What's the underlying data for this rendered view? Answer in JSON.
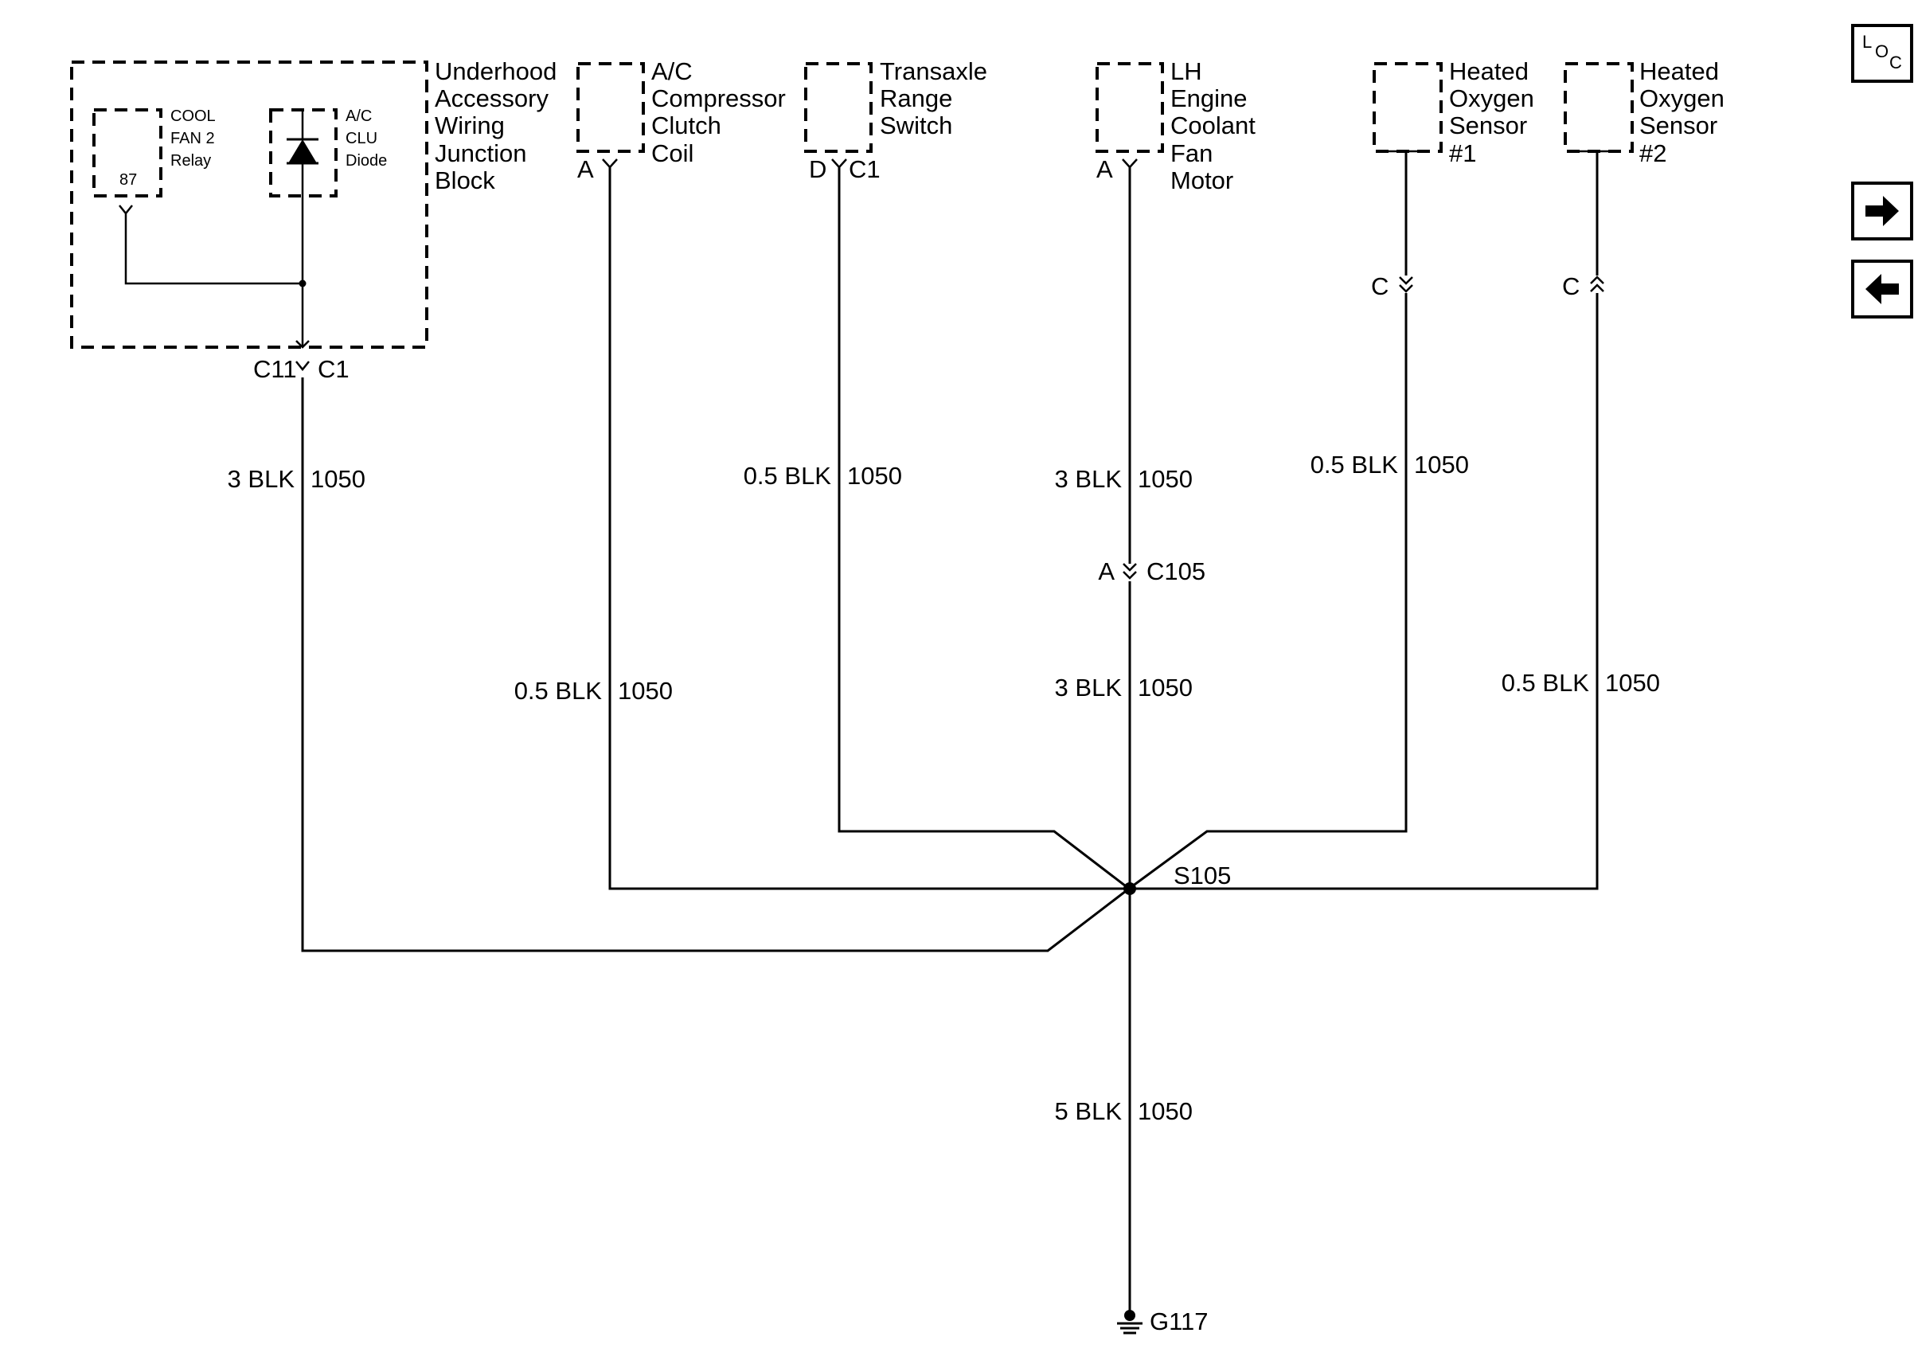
{
  "underhood_block": {
    "title_lines": [
      "Underhood",
      "Accessory",
      "Wiring",
      "Junction",
      "Block"
    ],
    "relay_lines": [
      "COOL",
      "FAN 2",
      "Relay"
    ],
    "relay_pin": "87",
    "diode_lines": [
      "A/C",
      "CLU",
      "Diode"
    ],
    "connector_left": "C11",
    "connector_right": "C1"
  },
  "components": {
    "ac_clutch": {
      "lines": [
        "A/C",
        "Compressor",
        "Clutch",
        "Coil"
      ],
      "pin": "A"
    },
    "transaxle": {
      "lines": [
        "Transaxle",
        "Range",
        "Switch"
      ],
      "pin": "D",
      "connector": "C1"
    },
    "fan_motor": {
      "lines": [
        "LH",
        "Engine",
        "Coolant",
        "Fan",
        "Motor"
      ],
      "pin": "A"
    },
    "ho2s1": {
      "lines": [
        "Heated",
        "Oxygen",
        "Sensor",
        "#1"
      ],
      "pin": "C"
    },
    "ho2s2": {
      "lines": [
        "Heated",
        "Oxygen",
        "Sensor",
        "#2"
      ],
      "pin": "C"
    }
  },
  "wires": {
    "block": {
      "gauge": "3 BLK",
      "circuit": "1050"
    },
    "ac_clutch": {
      "gauge": "0.5 BLK",
      "circuit": "1050"
    },
    "transaxle": {
      "gauge": "0.5 BLK",
      "circuit": "1050"
    },
    "fan_upper": {
      "gauge": "3 BLK",
      "circuit": "1050"
    },
    "fan_lower": {
      "gauge": "3 BLK",
      "circuit": "1050"
    },
    "ho2s1": {
      "gauge": "0.5 BLK",
      "circuit": "1050"
    },
    "ho2s2": {
      "gauge": "0.5 BLK",
      "circuit": "1050"
    },
    "ground": {
      "gauge": "5 BLK",
      "circuit": "1050"
    }
  },
  "inline_connector": {
    "pin": "A",
    "name": "C105"
  },
  "splice": "S105",
  "ground": "G117",
  "nav": {
    "loc": {
      "l": "L",
      "o": "O",
      "c": "C",
      "icon": "loc-icon"
    },
    "next_icon": "arrow-right-icon",
    "prev_icon": "arrow-left-icon"
  }
}
